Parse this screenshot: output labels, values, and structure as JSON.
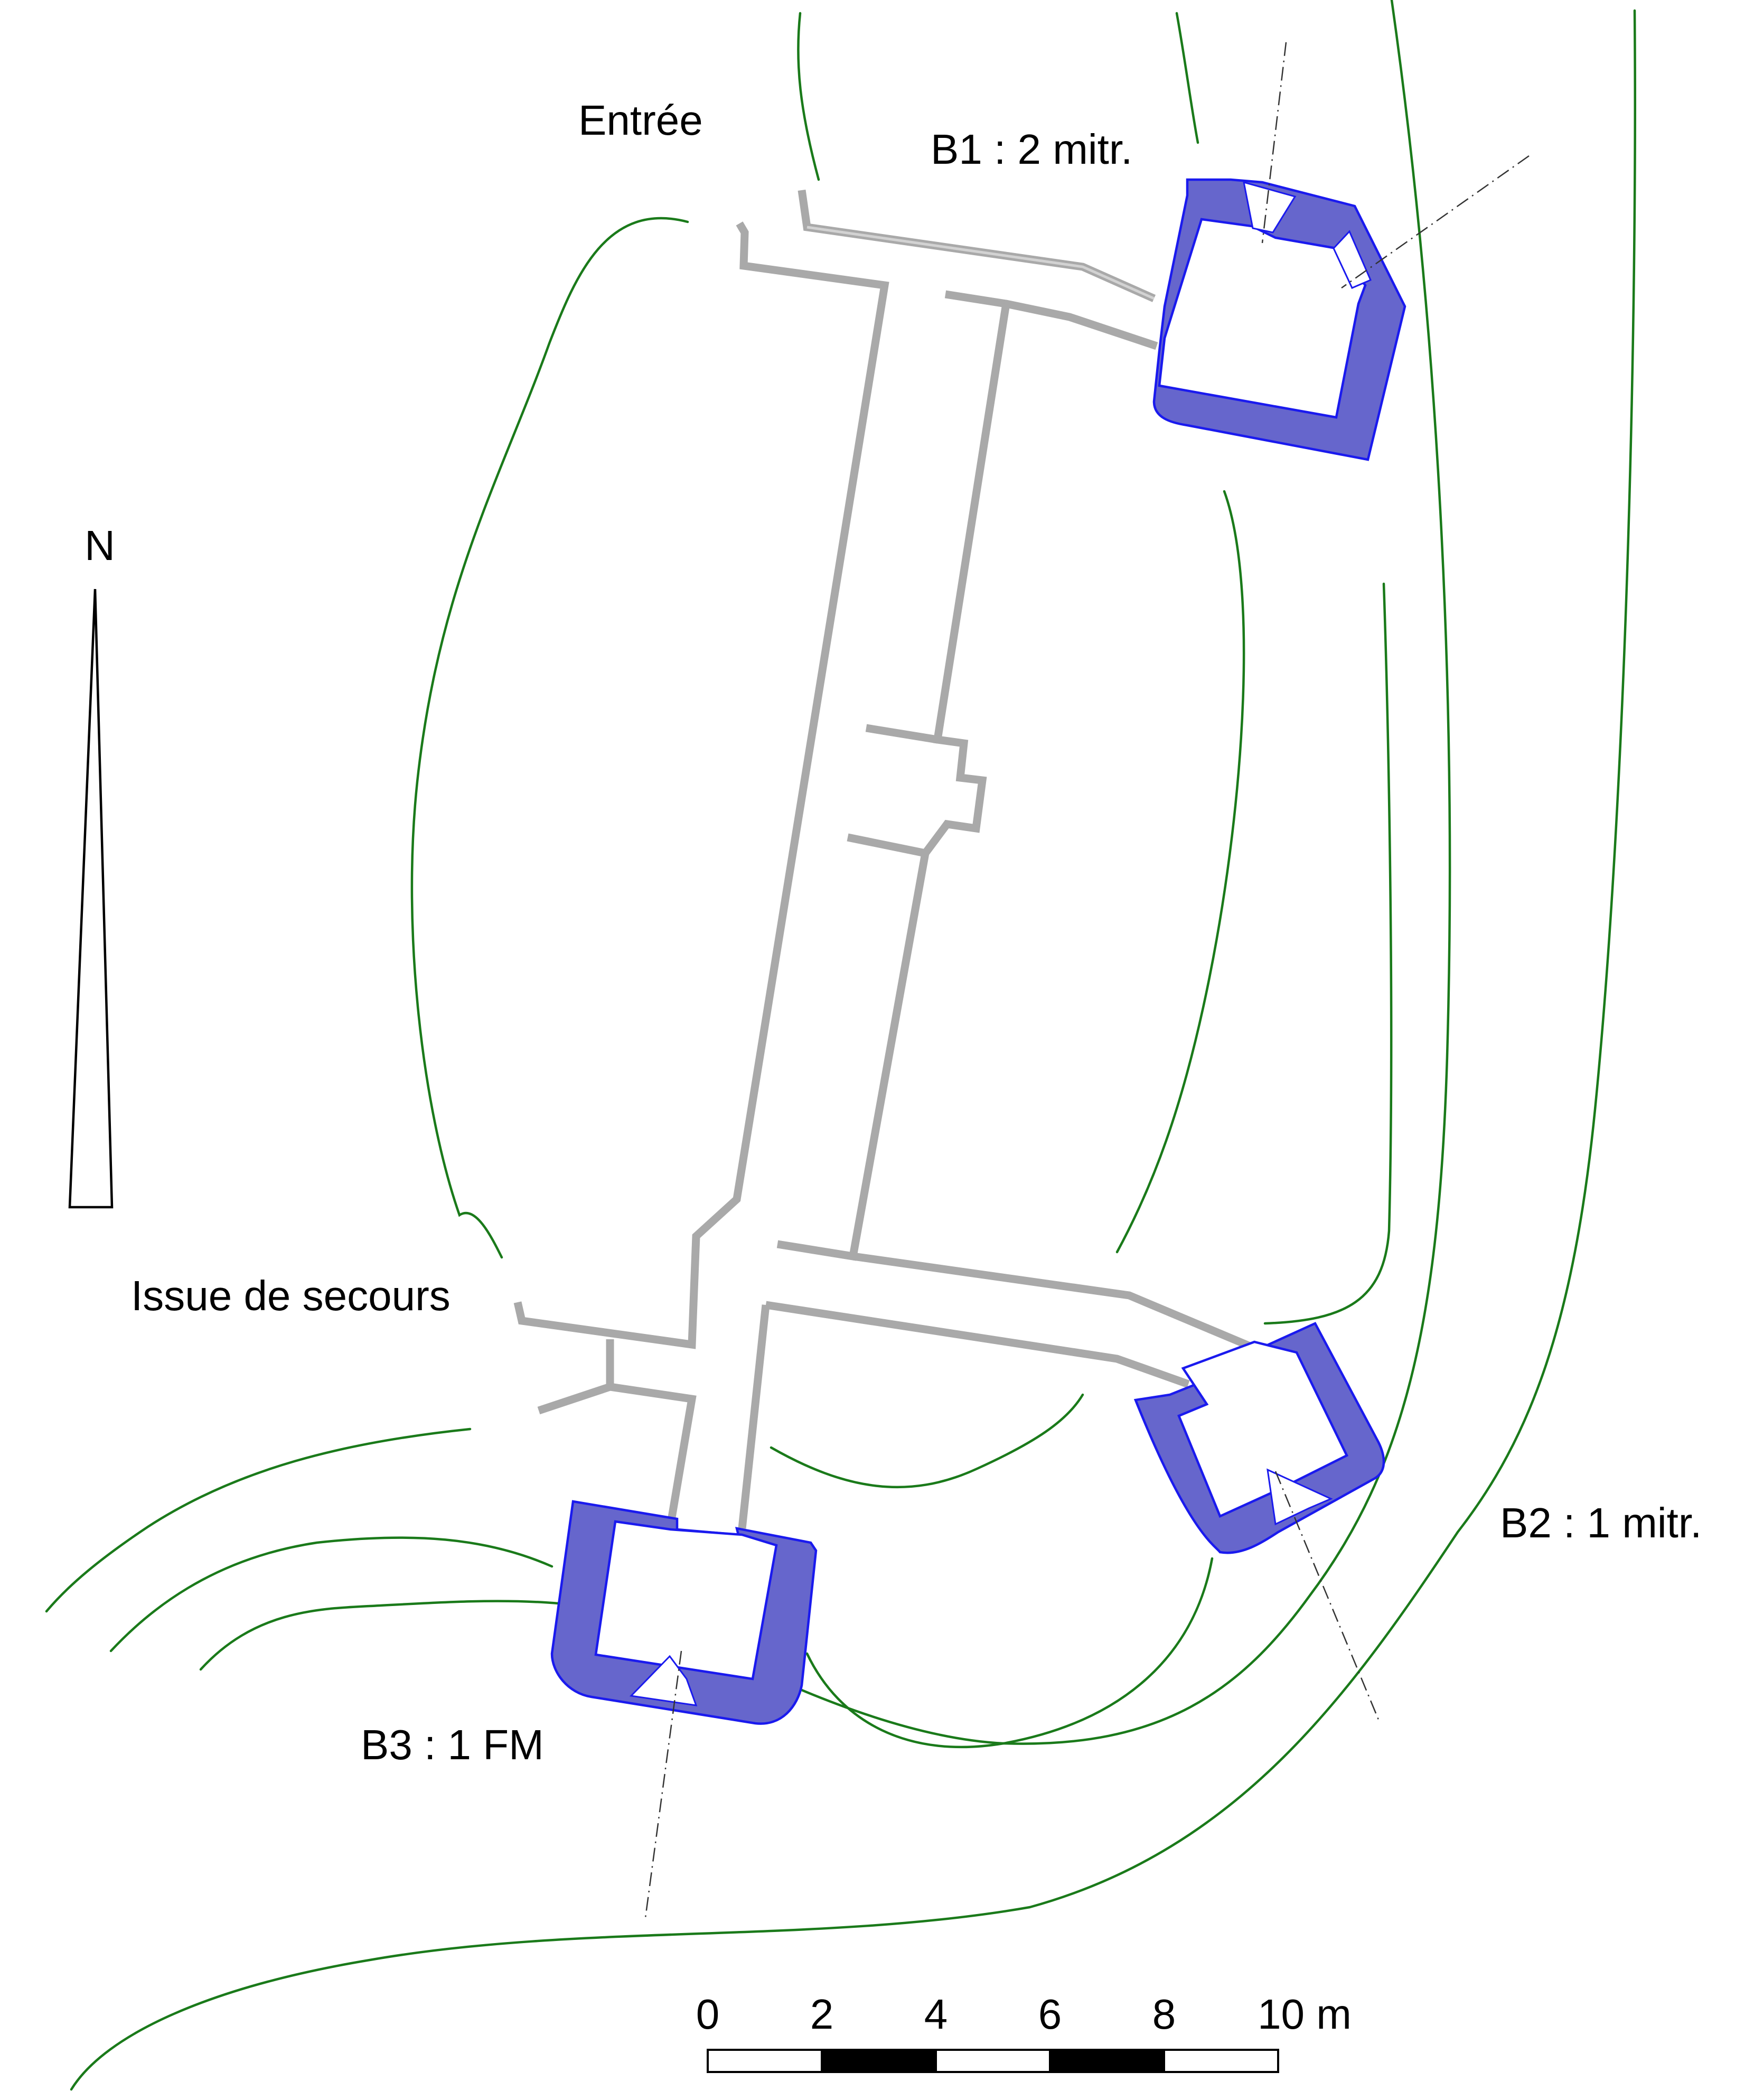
{
  "title": "",
  "labels": {
    "entree": "Entrée",
    "b1": "B1 : 2 mitr.",
    "issue": "Issue de secours",
    "b2": "B2 : 1 mitr.",
    "b3": "B3 : 1 FM"
  },
  "north_arrow": {
    "label": "N"
  },
  "scale_bar": {
    "ticks": [
      "0",
      "2",
      "4",
      "6",
      "8",
      "10 m"
    ],
    "segment_fills": [
      "white",
      "black",
      "white",
      "black",
      "white"
    ]
  },
  "colors": {
    "contour": "#1a7a1a",
    "gallery": "#a9a9a9",
    "bunker_fill": "#6666cc",
    "bunker_stroke": "#1a1aee",
    "fire_line": "#333333"
  }
}
